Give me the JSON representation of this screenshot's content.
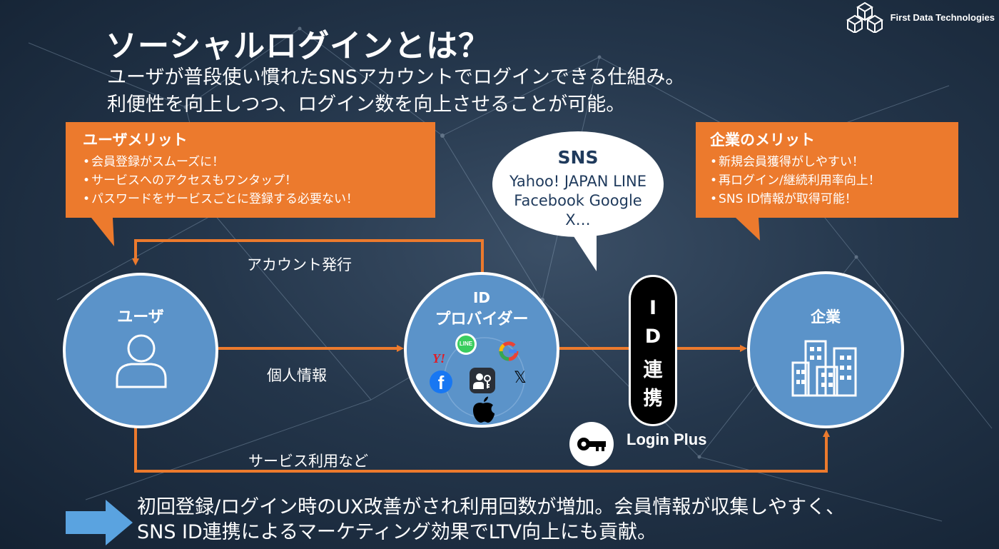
{
  "brand": {
    "name": "First Data Technologies",
    "icon": "cube-logo-icon"
  },
  "title": "ソーシャルログインとは？",
  "subtitle": {
    "line1": "ユーザが普段使い慣れたSNSアカウントでログインできる仕組み。",
    "line2": "利便性を向上しつつ、ログイン数を向上させることが可能。"
  },
  "user_merit": {
    "title": "ユーザメリット",
    "items": [
      "会員登録がスムーズに！",
      "サービスへのアクセスもワンタップ！",
      "パスワードをサービスごとに登録する必要ない！"
    ]
  },
  "corp_merit": {
    "title": "企業のメリット",
    "items": [
      "新規会員獲得がしやすい！",
      "再ログイン/継続利用率向上！",
      "SNS ID情報が取得可能！"
    ]
  },
  "sns_bubble": {
    "title": "SNS",
    "line1": "Yahoo! JAPAN  LINE",
    "line2": "Facebook  Google",
    "line3": "X…"
  },
  "nodes": {
    "user": "ユーザ",
    "idp_line1": "ID",
    "idp_line2": "プロバイダー",
    "corp": "企業"
  },
  "provider_icons": {
    "line": "LINE",
    "yahoo": "Y!",
    "x": "𝕏"
  },
  "flows": {
    "account_issue": "アカウント発行",
    "personal_info": "個人情報",
    "service_use": "サービス利用など"
  },
  "id_link": {
    "c1": "I",
    "c2": "D",
    "c3": "連",
    "c4": "携"
  },
  "login_plus": {
    "label": "Login Plus",
    "icon": "key-icon"
  },
  "bottom": {
    "line1": "初回登録/ログイン時のUX改善がされ利用回数が増加。会員情報が収集しやすく、",
    "line2": "SNS ID連携によるマーケティング効果でLTV向上にも貢献。"
  },
  "colors": {
    "orange": "#ec7a2d",
    "circle_blue": "#5b93c9",
    "arrow_blue": "#5aa3e0",
    "bubble_text": "#1f3a5c"
  }
}
